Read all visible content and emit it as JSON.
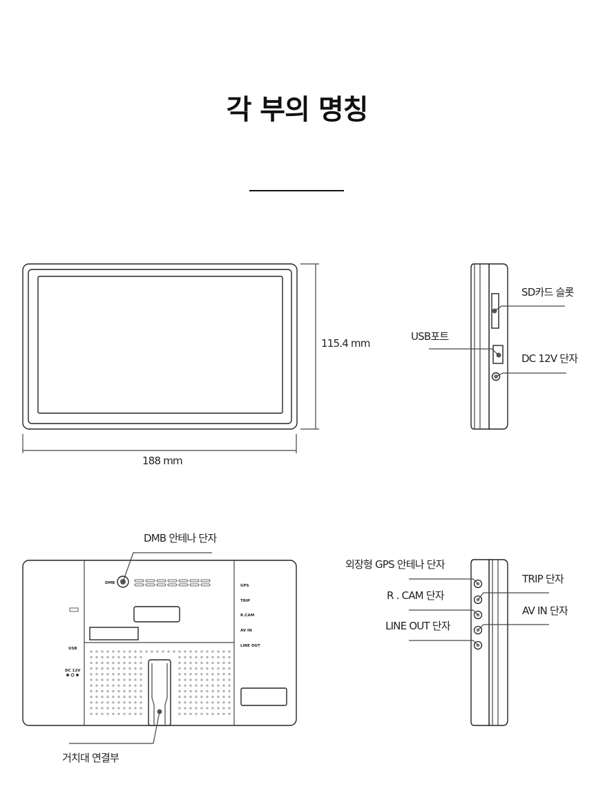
{
  "title": "각 부의 명칭",
  "front": {
    "height_label": "115.4 mm",
    "width_label": "188 mm"
  },
  "side": {
    "sd_label": "SD카드 슬롯",
    "usb_label": "USB포트",
    "dc_label": "DC 12V 단자"
  },
  "back": {
    "dmb_label": "DMB 안테나 단자",
    "mount_label": "거치대 연결부",
    "device_text": {
      "dmb": "DMB",
      "usb": "USB",
      "dc": "DC 12V",
      "gps": "GPS",
      "trip": "TRIP",
      "rcam": "R.CAM",
      "avin": "AV IN",
      "lineout": "LINE OUT"
    }
  },
  "side2": {
    "gps_label": "외장형 GPS 안테나 단자",
    "rcam_label": "R . CAM 단자",
    "lineout_label": "LINE OUT 단자",
    "trip_label": "TRIP 단자",
    "avin_label": "AV IN 단자"
  }
}
